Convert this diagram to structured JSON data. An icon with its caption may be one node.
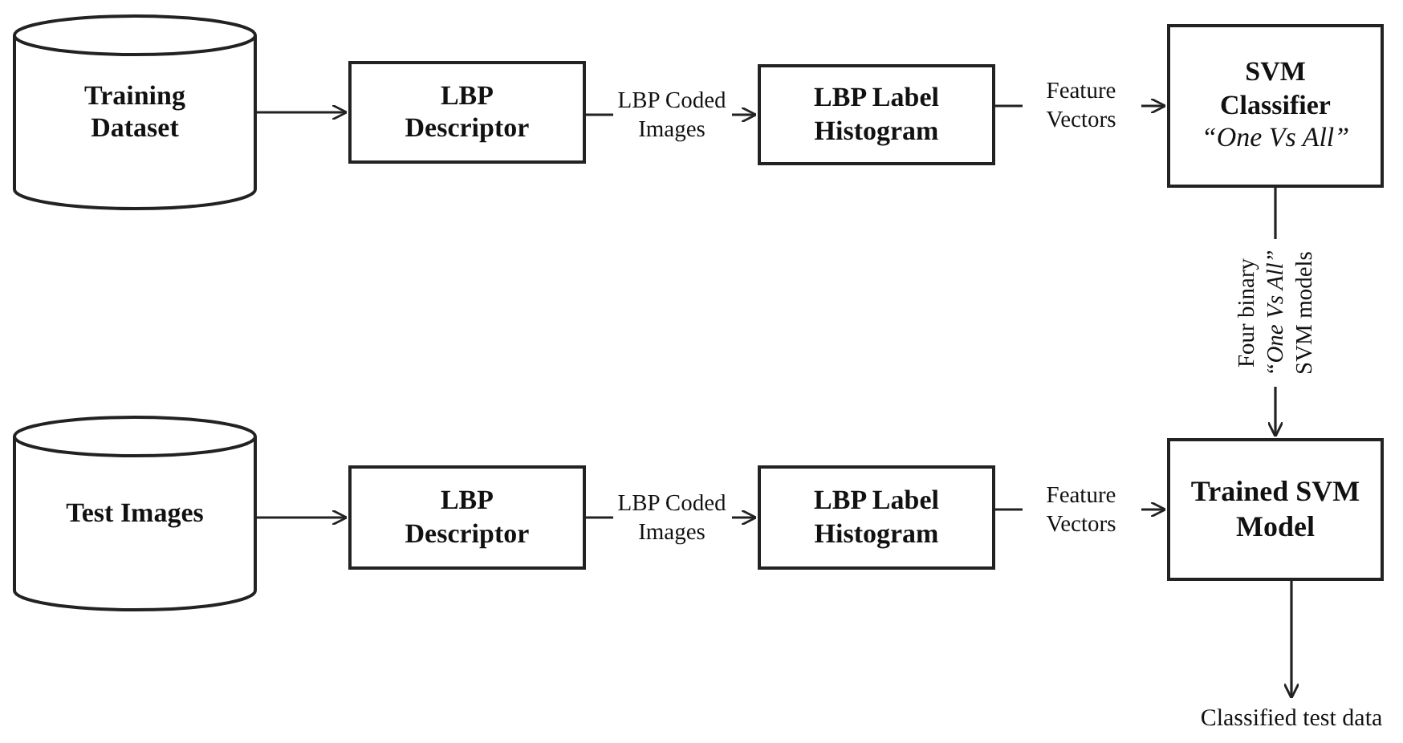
{
  "diagram": {
    "nodes": [
      {
        "text": [
          "Training Dataset"
        ]
      },
      {
        "text": [
          "LBP Descriptor"
        ]
      },
      {
        "text": [
          "LBP Label Histogram"
        ]
      },
      {
        "text": [
          "SVM Classifier",
          "“One Vs All”"
        ]
      },
      {
        "text": [
          "Test Images"
        ]
      },
      {
        "text": [
          "LBP Descriptor"
        ]
      },
      {
        "text": [
          "LBP Label Histogram"
        ]
      },
      {
        "text": [
          "Trained SVM Model"
        ]
      },
      {
        "text": [
          "Classified test data"
        ]
      }
    ],
    "edges": [
      {
        "from": 0,
        "to": 1,
        "arrow": "to"
      },
      {
        "from": 1,
        "to": 2,
        "arrow": "to",
        "label": "LBP Coded Images"
      },
      {
        "from": 2,
        "to": 3,
        "arrow": "to",
        "label": "Feature Vectors"
      },
      {
        "from": 3,
        "to": 7,
        "arrow": "to",
        "label": "Four binary *“One Vs All”* SVM models"
      },
      {
        "from": 4,
        "to": 5,
        "arrow": "to"
      },
      {
        "from": 5,
        "to": 6,
        "arrow": "to",
        "label": "LBP Coded Images"
      },
      {
        "from": 6,
        "to": 7,
        "arrow": "to",
        "label": "Feature Vectors"
      },
      {
        "from": 7,
        "to": 8,
        "arrow": "to"
      }
    ]
  }
}
